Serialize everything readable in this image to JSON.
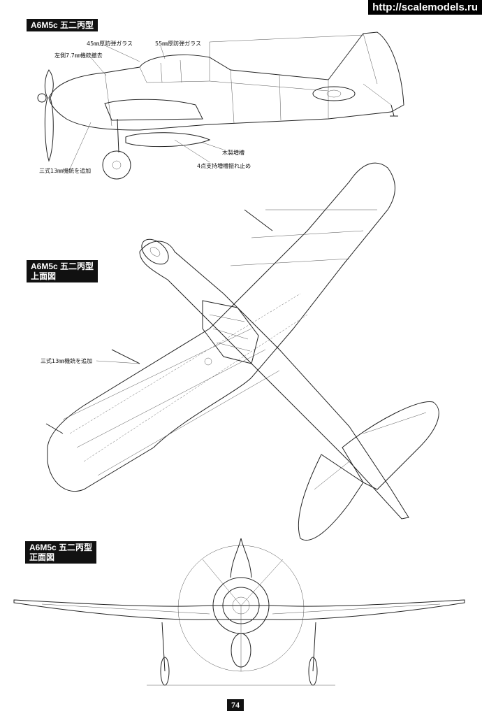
{
  "watermark": "http://scalemodels.ru",
  "side_view": {
    "title": "A6M5c 五二丙型",
    "callouts": {
      "glass45": "45㎜厚防弾ガラス",
      "glass55": "55㎜厚防弾ガラス",
      "gun_removed": "左側7.7㎜機銃撤去",
      "tank": "木製増槽",
      "brace": "4点支持増槽振れ止め",
      "gun_added": "三式13㎜機銃を追加"
    }
  },
  "top_view": {
    "title_line1": "A6M5c 五二丙型",
    "title_line2": "上面図",
    "callout_gun": "三式13㎜機銃を追加"
  },
  "front_view": {
    "title_line1": "A6M5c 五二丙型",
    "title_line2": "正面図"
  },
  "page_number": "74"
}
